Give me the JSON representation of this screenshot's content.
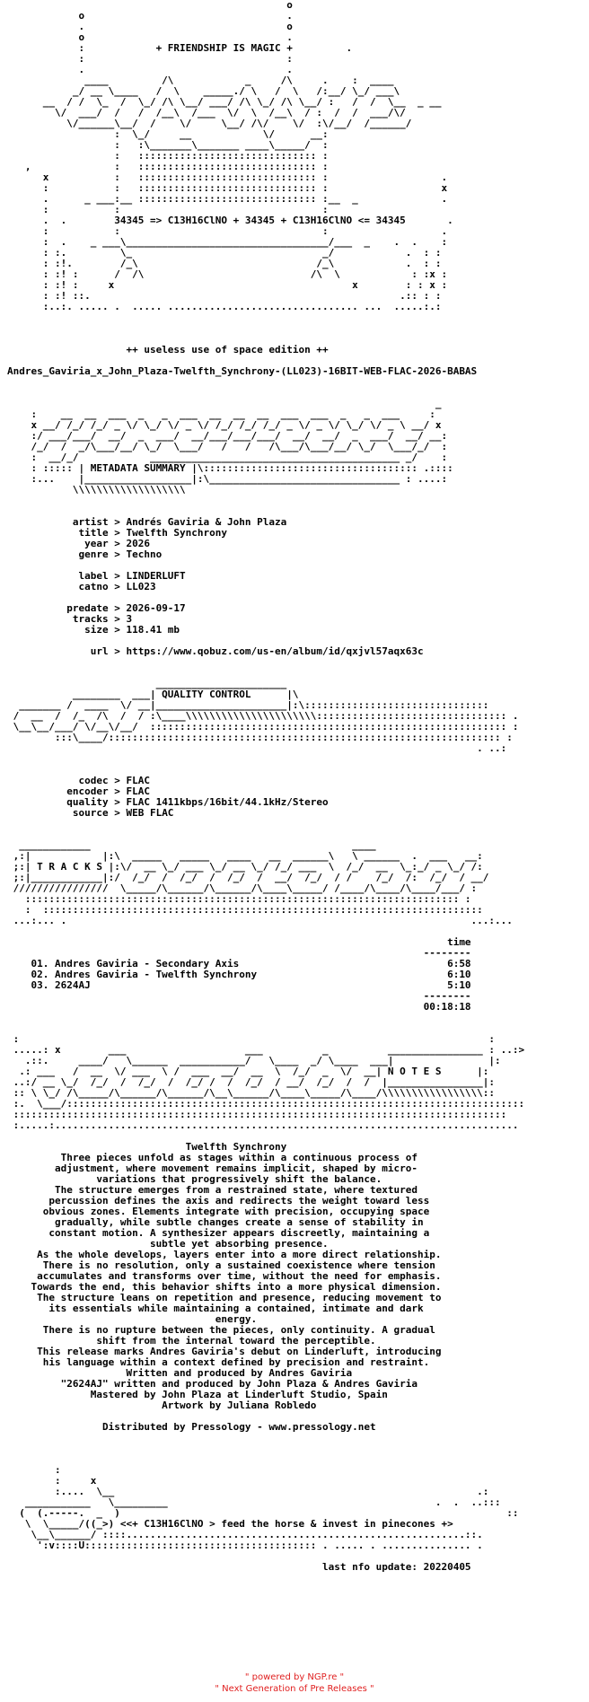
{
  "nfo": {
    "header_art": "                                               o\n            o                                  .\n            .                                  o\n            o                                  .\n            :            + FRIENDSHIP IS MAGIC +         .\n            :                                  :\n            .                                  .\n             ____         /\\            _     /\\     .    :  ____\n           _/ __ \\____   /  \\    _____./ \\   /  \\   /:__/ \\_/ ___\\\n      __  / /  \\_  /  \\_/ /\\ \\__/ ___/ /\\ \\_/ /\\ \\__/ :   /  /  \\__  _ __\n        \\/  ___/  /   /  /__\\  /___  \\/  \\  /__\\  / :  /  /  ___/\\/\n          \\/______\\__/  /    \\/     \\__/ /\\/    \\/  :\\/__/  /______/\n                  :  \\_/     __            \\/      __:\n                  :   :\\_______\\_______ ____\\_____/  :\n                  :   :::::::::::::::::::::::::::::: :\n   ,              :   :::::::::::::::::::::::::::::: :\n      x           :   :::::::::::::::::::::::::::::: :                   .\n      :           :   :::::::::::::::::::::::::::::: :                   x\n      .      _ ___:__ :::::::::::::::::::::::::::::: :__  _              .\n      :           :                                  :\n      .  .        34345 => C13H16ClNO + 34345 + C13H16ClNO <= 34345       .\n      :           :                                  :                   .\n      :  .    _ ___\\__________________________________/___  _    .  .    :\n      : :.         \\_                                _/            .  : :\n      : :!.        /_\\                              /_\\            .  : :\n      : :! :      /  /\\                            /\\  \\            : :x :\n      : :! :     x                                        x        : : x :\n      : :! ::.                                                    .:: : :\n      :..:. ..... .  ..... ................................ ...  .....:.:",
    "edition": "++ useless use of space edition ++",
    "release_name": "Andres_Gaviria_x_John_Plaza-Twelfth_Synchrony-(LL023)-16BIT-WEB-FLAC-2026-BABAS",
    "metadata_art": "                                                                        _\n    :    __  __  ___  _   _  ___  __  __  __  ___  ___  _   _  ___     :\n    x __/ /_/ /_/ _ \\/ \\_/ \\/ _ \\/ /_/ /_/ /_/ _ \\/ _ \\/ \\_/ \\/ _ \\ __/ x\n    :/ ___/___/  __/  _  ___/  __/___/___/___/  __/  __/  _  ___/  __/ __:\n    /_/  /  _/\\___/__/ \\_/  \\___/   /   /   /\\___/\\___/__/ \\_/  \\___/_/  :\n    :  __/_/            __________________________________________ _/    :\n    : ::::: | METADATA SUMMARY |\\:::::::::::::::::::::::::::::::::::: .::::\n    :...    |__________________|:\\________________________________ : ....:\n           \\\\\\\\\\\\\\\\\\\\\\\\\\\\\\\\\\\\\\",
    "metadata": [
      {
        "key": "   artist",
        "value": "Andrés Gaviria & John Plaza"
      },
      {
        "key": "    title",
        "value": "Twelfth Synchrony"
      },
      {
        "key": "     year",
        "value": "2026"
      },
      {
        "key": "    genre",
        "value": "Techno"
      },
      {
        "key": "",
        "value": ""
      },
      {
        "key": "    label",
        "value": "LINDERLUFT"
      },
      {
        "key": "    catno",
        "value": "LL023"
      },
      {
        "key": "",
        "value": ""
      },
      {
        "key": "  predate",
        "value": "2026-09-17"
      },
      {
        "key": "   tracks",
        "value": "3"
      },
      {
        "key": "     size",
        "value": "118.41 mb"
      },
      {
        "key": "",
        "value": ""
      },
      {
        "key": "      url",
        "value": "https://www.qobuz.com/us-en/album/id/qxjvl57aqx63c"
      }
    ],
    "quality_art": "                         ______________________\n           ________  ___| QUALITY CONTROL      |\\\n  _______ /  ____  \\/ __|______________________|:\\:::::::::::::::::::::::::::::::\n /  __  /  /_  /\\  /  / :\\____\\\\\\\\\\\\\\\\\\\\\\\\\\\\\\\\\\\\\\\\\\\\:::::::::::::::::::::::::::::::: .\n \\__\\__/___/ \\/__\\/__/  :::::::::::::::::::::::::::::::::::::::::::::::::::::::::::: :\n        :::\\____/:::::::::::::::::::::::::::::::::::::::::::::::::::::::::::::::::: :\n                                                                               . ..:",
    "quality": [
      {
        "key": "    codec",
        "value": "FLAC"
      },
      {
        "key": "  encoder",
        "value": "FLAC"
      },
      {
        "key": "  quality",
        "value": "FLAC 1411kbps/16bit/44.1kHz/Stereo"
      },
      {
        "key": "   source",
        "value": "WEB FLAC"
      }
    ],
    "tracks_art": "  ____________                                            ____\n ,:|            |:\\  _____   _____   ____   __  ______\\   \\ ______  .  ___   __:\n ;:| T R A C K S |:\\/  __ \\_/ ___ \\_/ __ \\_/ /_/ ___  \\  /_/  __  \\_:_/ _ \\_/ /:\n ;:|____________|:/  /_/  /  /_/  /  /_/  /  __/  /_/  / /    /_/  /:  /_/  / __/\n ////////////////  \\_____/\\______/\\______/\\____\\_____/ /____/\\____/\\____/___/ :\n   ::::::::::::::::::::::::::::::::::::::::::::::::::::::::::::::::::::::::: :\n   :  ::::::::::::::::::::::::::::::::::::::::::::::::::::::::::::::::::::::::::\n ...:... .                                                                    ...:...",
    "time_header": "time",
    "time_rule": "--------",
    "tracklist": [
      {
        "n": "01.",
        "title": "Andres Gaviria - Secondary Axis",
        "time": "6:58"
      },
      {
        "n": "02.",
        "title": "Andres Gaviria - Twelfth Synchrony",
        "time": "6:10"
      },
      {
        "n": "03.",
        "title": "2624AJ",
        "time": "5:10"
      }
    ],
    "total_time": "00:18:18",
    "notes_art": " :                                                                               :\n .....: x        ___                    ___          _          ________________ : ..:>\n   .::.     ____/   \\______  ___________/   \\____  _/ \\____  ___|                |:\n  .: ___   /  __  \\/ ___  \\ /  ___  __/  __  \\  /_/  _  \\/  __| N O T E S      |:\n ..:/ __ \\_/  /_/  /  /_/  /  /_/ /  /  /_/  / __/  /_/  /  /  |________________|:\n :: \\ \\_/ /\\_____/\\______/\\______/\\__\\______/\\____\\_____/\\____/\\\\\\\\\\\\\\\\\\\\\\\\\\\\\\\\\\::\n :.  \\___/:::::::::::::::::::::::::::::::::::::::::::::::::::::::::::::::::::::::::::::\n :::::::::::::::::::::::::::::::::::::::::::::::::::::::::::::::::::::::::::::::::::\n :.....:..............................................................................",
    "notes_title": "Twelfth Synchrony",
    "notes_lines": [
      "Three pieces unfold as stages within a continuous process of",
      "adjustment, where movement remains implicit, shaped by micro-",
      "variations that progressively shift the balance.",
      "The structure emerges from a restrained state, where textured",
      "percussion defines the axis and redirects the weight toward less",
      "obvious zones. Elements integrate with precision, occupying space",
      "gradually, while subtle changes create a sense of stability in",
      "constant motion. A synthesizer appears discreetly, maintaining a",
      "subtle yet absorbing presence.",
      "As the whole develops, layers enter into a more direct relationship.",
      "There is no resolution, only a sustained coexistence where tension",
      "accumulates and transforms over time, without the need for emphasis.",
      "Towards the end, this behavior shifts into a more physical dimension.",
      "The structure leans on repetition and presence, reducing movement to",
      "its essentials while maintaining a contained, intimate and dark",
      "energy.",
      "There is no rupture between the pieces, only continuity. A gradual",
      "shift from the internal toward the perceptible.",
      "This release marks Andres Gaviria's debut on Linderluft, introducing",
      "his language within a context defined by precision and restraint.",
      "Written and produced by Andres Gaviria",
      "\"2624AJ\" written and produced by John Plaza & Andres Gaviria",
      "Mastered by John Plaza at Linderluft Studio, Spain",
      "Artwork by Juliana Robledo",
      "",
      "Distributed by Pressology - www.pressology.net"
    ],
    "footer_art": "        :\n        :     x\n        :....  \\__                                                             .:\n   ___________   \\_________                                             .  .  ..:::\n  (  (.-----.  _  )                                                                 ::\n   \\  \\_____/((_>) <<+ C13H16ClNO > feed the horse & invest in pinecones +>\n    \\__\\______/ ::::.........................................................::.\n     ':v::::U::::::::::::::::::::::::::::::::::::::: . ..... . ............... .",
    "last_update": "last nfo update: 20220405"
  },
  "footer": {
    "powered": "\" powered by NGP.re \"",
    "tagline": "\" Next Generation of Pre Releases \""
  },
  "colors": {
    "text": "#000000",
    "footer": "#e02020",
    "background": "#ffffff"
  }
}
